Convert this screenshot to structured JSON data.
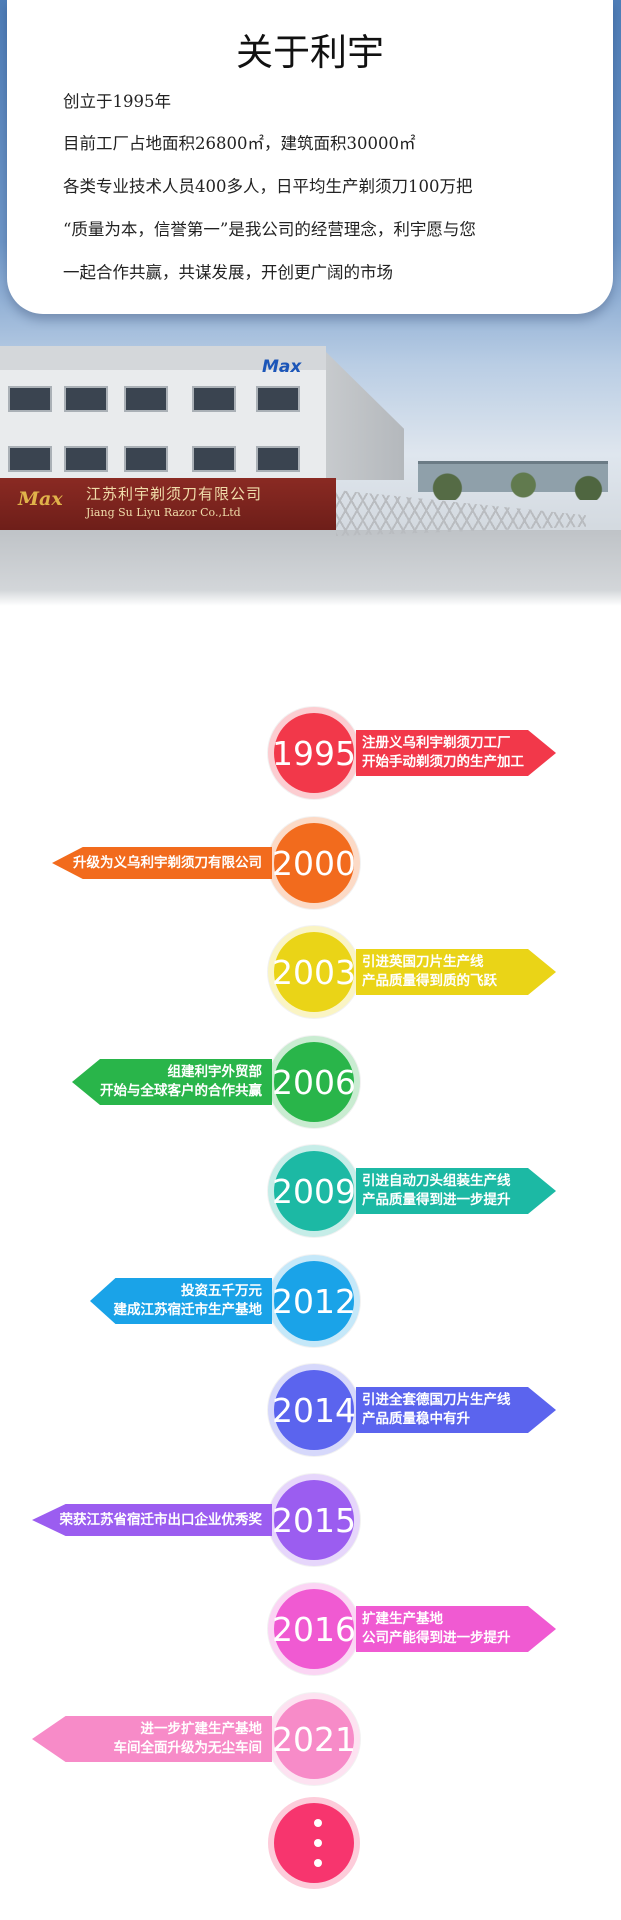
{
  "about": {
    "title": "关于利宇",
    "lines": [
      "创立于1995年",
      "目前工厂占地面积26800㎡，建筑面积30000㎡",
      "各类专业技术人员400多人，日平均生产剃须刀100万把",
      "“质量为本，信誉第一”是我公司的经营理念，利宇愿与您",
      "一起合作共赢，共谋发展，开创更广阔的市场"
    ]
  },
  "photo": {
    "building_logo": "Max",
    "sign_logo": "Max",
    "sign_name_cn": "江苏利宇剃须刀有限公司",
    "sign_name_en": "Jiang Su Liyu Razor Co.,Ltd"
  },
  "timeline": [
    {
      "year": "1995",
      "color": "#f2384a",
      "side": "right",
      "lines": [
        "注册义乌利宇剃须刀工厂",
        "开始手动剃须刀的生产加工"
      ]
    },
    {
      "year": "2000",
      "color": "#f26b1d",
      "side": "left",
      "lines": [
        "升级为义乌利宇剃须刀有限公司"
      ]
    },
    {
      "year": "2003",
      "color": "#ead417",
      "side": "right",
      "lines": [
        "引进英国刀片生产线",
        "产品质量得到质的飞跃"
      ]
    },
    {
      "year": "2006",
      "color": "#29b54a",
      "side": "left",
      "lines": [
        "组建利宇外贸部",
        "开始与全球客户的合作共赢"
      ]
    },
    {
      "year": "2009",
      "color": "#1cb9a4",
      "side": "right",
      "lines": [
        "引进自动刀头组装生产线",
        "产品质量得到进一步提升"
      ]
    },
    {
      "year": "2012",
      "color": "#1aa3e8",
      "side": "left",
      "lines": [
        "投资五千万元",
        "建成江苏宿迁市生产基地"
      ]
    },
    {
      "year": "2014",
      "color": "#5b64ee",
      "side": "right",
      "lines": [
        "引进全套德国刀片生产线",
        "产品质量稳中有升"
      ]
    },
    {
      "year": "2015",
      "color": "#9b5df0",
      "side": "left",
      "lines": [
        "荣获江苏省宿迁市出口企业优秀奖"
      ]
    },
    {
      "year": "2016",
      "color": "#f05ad2",
      "side": "right",
      "lines": [
        "扩建生产基地",
        "公司产能得到进一步提升"
      ]
    },
    {
      "year": "2021",
      "color": "#f78bc8",
      "side": "left",
      "lines": [
        "进一步扩建生产基地",
        "车间全面升级为无尘车间"
      ]
    }
  ],
  "more": {
    "color": "#f7356e",
    "icon": "more-dots-icon"
  }
}
